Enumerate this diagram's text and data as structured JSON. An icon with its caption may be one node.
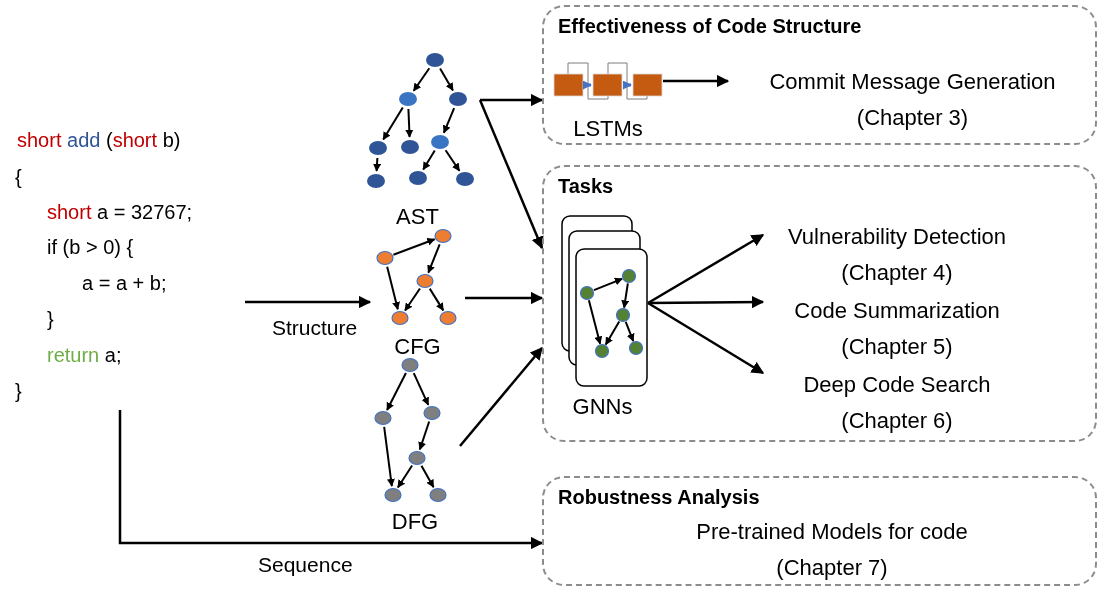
{
  "diagram": {
    "nodes": [
      {
        "text": [
          "short add (short b)",
          "{",
          "short a = 32767;",
          "if (b > 0) {",
          "a = a + b;",
          "}",
          "return a;",
          "}"
        ]
      },
      {
        "text": [
          "AST"
        ]
      },
      {
        "text": [
          "CFG"
        ]
      },
      {
        "text": [
          "DFG"
        ]
      },
      {
        "text": [
          "Effectiveness of Code Structure"
        ]
      },
      {
        "text": [
          "LSTMs"
        ],
        "in": 4
      },
      {
        "text": [
          "Commit Message Generation (Chapter 3)"
        ],
        "in": 4
      },
      {
        "text": [
          "Tasks"
        ]
      },
      {
        "text": [
          "GNNs"
        ],
        "in": 7
      },
      {
        "text": [
          "Vulnerability Detection (Chapter 4)"
        ],
        "in": 7
      },
      {
        "text": [
          "Code Summarization (Chapter 5)"
        ],
        "in": 7
      },
      {
        "text": [
          "Deep Code Search (Chapter 6)"
        ],
        "in": 7
      },
      {
        "text": [
          "Robustness Analysis"
        ]
      },
      {
        "text": [
          "Pre-trained Models for code (Chapter 7)"
        ],
        "in": 12
      }
    ],
    "edges": [
      {
        "from": 0,
        "to": 2,
        "arrow": "to",
        "label": "Structure"
      },
      {
        "from": 1,
        "to": 4,
        "arrow": "to"
      },
      {
        "from": 1,
        "to": 7,
        "arrow": "to"
      },
      {
        "from": 2,
        "to": 7,
        "arrow": "to"
      },
      {
        "from": 3,
        "to": 7,
        "arrow": "to"
      },
      {
        "from": 0,
        "to": 12,
        "arrow": "to",
        "label": "Sequence"
      },
      {
        "from": 5,
        "to": 6,
        "arrow": "to"
      },
      {
        "from": 8,
        "to": 9,
        "arrow": "to"
      },
      {
        "from": 8,
        "to": 10,
        "arrow": "to"
      },
      {
        "from": 8,
        "to": 11,
        "arrow": "to"
      }
    ]
  }
}
